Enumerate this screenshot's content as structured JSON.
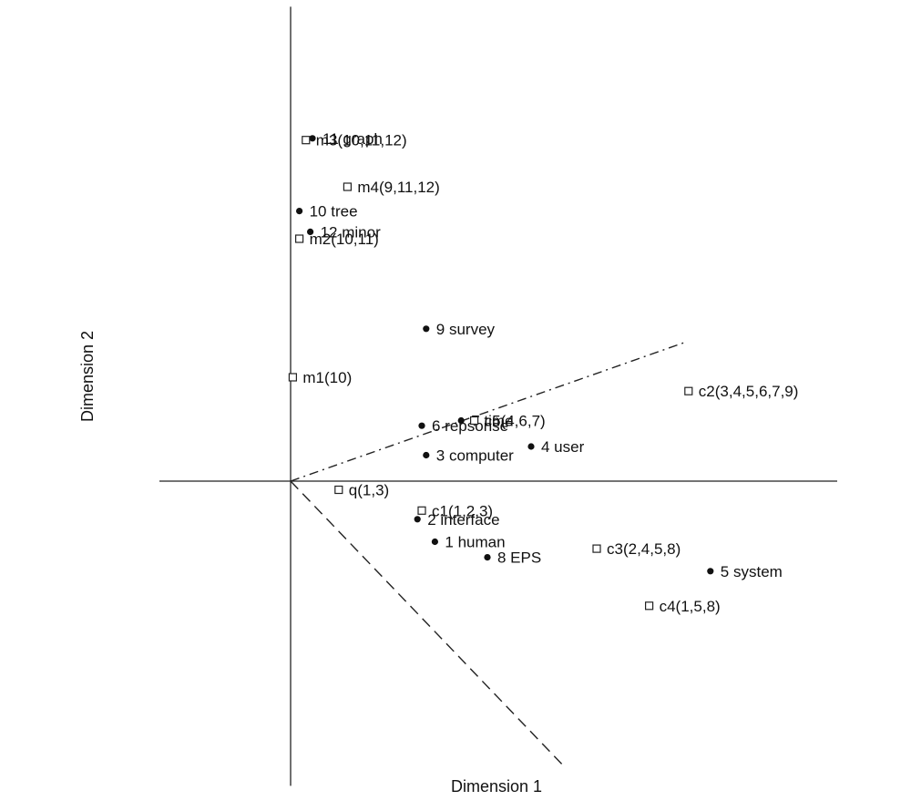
{
  "chart_data": {
    "type": "scatter",
    "xlabel": "Dimension 1",
    "ylabel": "Dimension 2",
    "xlim": [
      -3,
      12.5
    ],
    "ylim": [
      -8.8,
      13.7
    ],
    "grid": false,
    "legend": "none",
    "series": [
      {
        "marker": "filled-circle",
        "points": [
          {
            "label": "1  human",
            "x": 3.3,
            "y": -1.75
          },
          {
            "label": "2  interface",
            "x": 2.9,
            "y": -1.1
          },
          {
            "label": "3  computer",
            "x": 3.1,
            "y": 0.75
          },
          {
            "label": "4  user",
            "x": 5.5,
            "y": 1.0
          },
          {
            "label": "5  system",
            "x": 9.6,
            "y": -2.6
          },
          {
            "label": "6  repsonse",
            "x": 3.0,
            "y": 1.6
          },
          {
            "label": "7  time",
            "x": 3.9,
            "y": 1.75
          },
          {
            "label": "8  EPS",
            "x": 4.5,
            "y": -2.2
          },
          {
            "label": "9  survey",
            "x": 3.1,
            "y": 4.4
          },
          {
            "label": "10 tree",
            "x": 0.2,
            "y": 7.8
          },
          {
            "label": "11 graph",
            "x": 0.5,
            "y": 9.9
          },
          {
            "label": "12 minor",
            "x": 0.45,
            "y": 7.2
          }
        ]
      },
      {
        "marker": "open-square",
        "points": [
          {
            "label": "c1(1,2,3)",
            "x": 3.0,
            "y": -0.85
          },
          {
            "label": "c2(3,4,5,6,7,9)",
            "x": 9.1,
            "y": 2.6
          },
          {
            "label": "c3(2,4,5,8)",
            "x": 7.0,
            "y": -1.95
          },
          {
            "label": "c4(1,5,8)",
            "x": 8.2,
            "y": -3.6
          },
          {
            "label": "c5(4,6,7)",
            "x": 4.2,
            "y": 1.75
          },
          {
            "label": "m1(10)",
            "x": 0.05,
            "y": 3.0
          },
          {
            "label": "m2(10,11)",
            "x": 0.2,
            "y": 7.0
          },
          {
            "label": "m3(10,11,12)",
            "x": 0.35,
            "y": 9.85
          },
          {
            "label": "m4(9,11,12)",
            "x": 1.3,
            "y": 8.5
          },
          {
            "label": "q(1,3)",
            "x": 1.1,
            "y": -0.25
          }
        ]
      }
    ],
    "reference_lines": [
      {
        "style": "dash-dot",
        "from": [
          0,
          0
        ],
        "to": [
          9.0,
          4.0
        ]
      },
      {
        "style": "dashed",
        "from": [
          0,
          0
        ],
        "to": [
          6.3,
          -8.3
        ]
      }
    ]
  }
}
